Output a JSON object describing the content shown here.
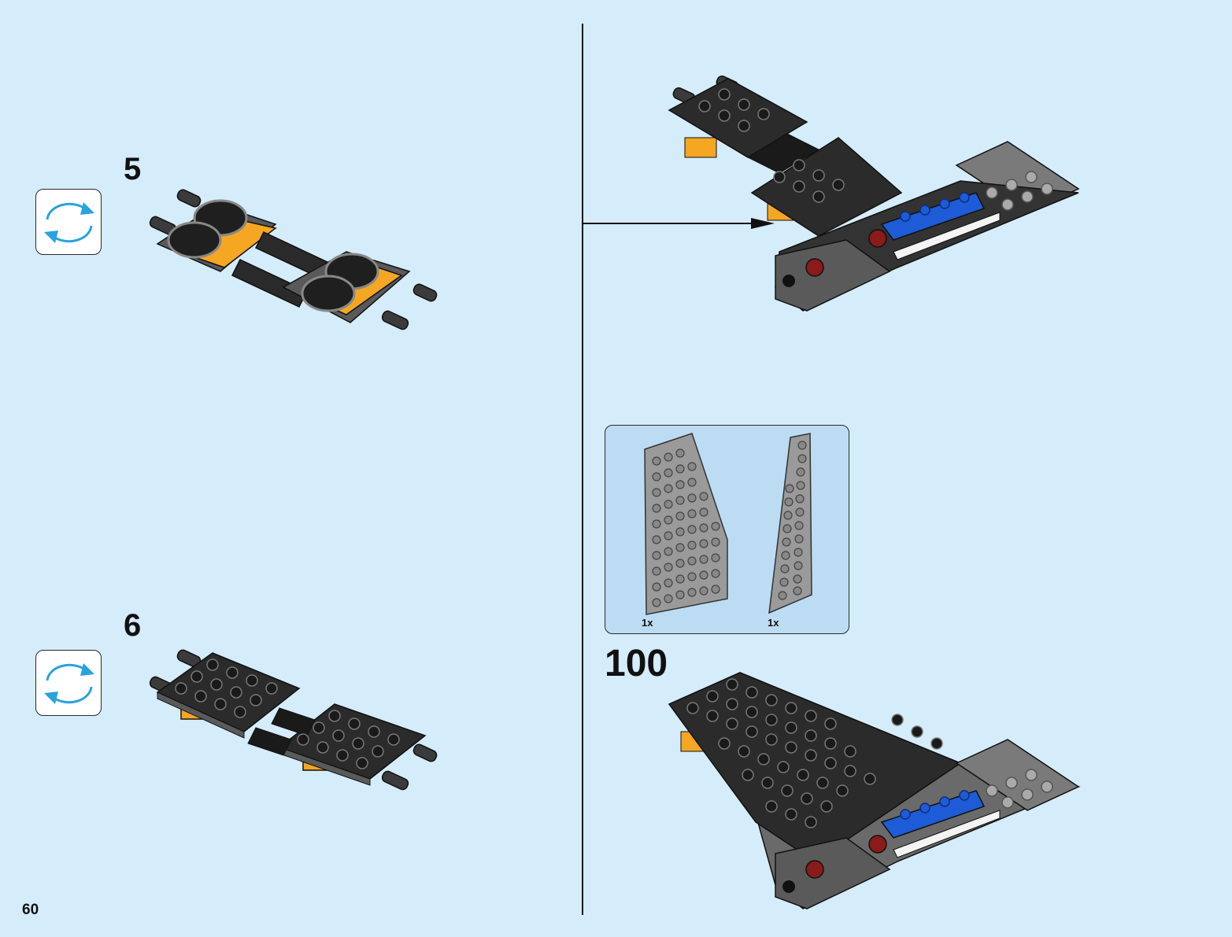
{
  "page": {
    "number": "60",
    "background": "#d5ecfa"
  },
  "left_column": {
    "step_5": {
      "label": "5",
      "rotate_icon": "rotate-model-icon",
      "model": "landing-gear-chassis-with-round-tiles"
    },
    "step_6": {
      "label": "6",
      "rotate_icon": "rotate-model-icon",
      "model": "landing-gear-chassis-with-plates"
    }
  },
  "right_column": {
    "callout_arrow": "arrow-right-icon",
    "sub_assembly": "fuselage-rear-section",
    "parts_list": {
      "items": [
        {
          "name": "wedge-plate-wide",
          "quantity": "1x",
          "color": "#9a9a9a"
        },
        {
          "name": "wedge-plate-narrow",
          "quantity": "1x",
          "color": "#9a9a9a"
        }
      ]
    },
    "step_100": {
      "label": "100",
      "model": "fuselage-with-wing"
    }
  },
  "colors": {
    "dark_bley": "#5a5a5a",
    "black": "#1f1f1f",
    "orange": "#f5a623",
    "blue": "#1e5bd6",
    "dark_red": "#8b1a1a",
    "light_bley": "#a8a8a8",
    "icon_blue": "#29a3dd"
  }
}
